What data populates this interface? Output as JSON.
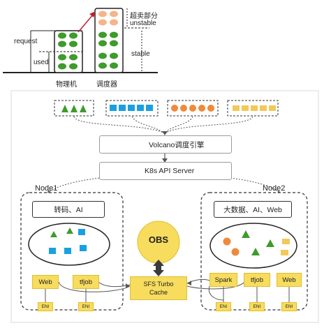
{
  "top_diagram": {
    "request_label": "request",
    "used_label": "used",
    "physical_label": "物理机",
    "scheduler_label": "调度器",
    "overcommit_label": "超卖部分",
    "unstable_label": "unstable",
    "stable_label": "stable",
    "colors": {
      "green": "#3e9b2c",
      "peach": "#f5b48a"
    }
  },
  "arch": {
    "workload_groups": [
      "green-triangles",
      "blue-squares",
      "orange-circles",
      "yellow-rects"
    ],
    "volcano_label": "Volcano调度引擎",
    "k8s_label": "K8s  API Server",
    "node1_label": "Node1",
    "node2_label": "Node2",
    "node1_role": "转码、AI",
    "node2_role": "大数据、AI、Web",
    "obs_label": "OBS",
    "sfs_label": "SFS Turbo\nCache",
    "node1_pods": [
      "Web",
      "tfjob"
    ],
    "node2_pods": [
      "Spark",
      "tfjob",
      "Web"
    ],
    "eni_label": "ENI",
    "colors": {
      "yellow": "#f7dc5e",
      "blue": "#1aa0e0",
      "orange": "#ef8a3a",
      "gold": "#f3c85a",
      "red": "#e0422a"
    }
  }
}
